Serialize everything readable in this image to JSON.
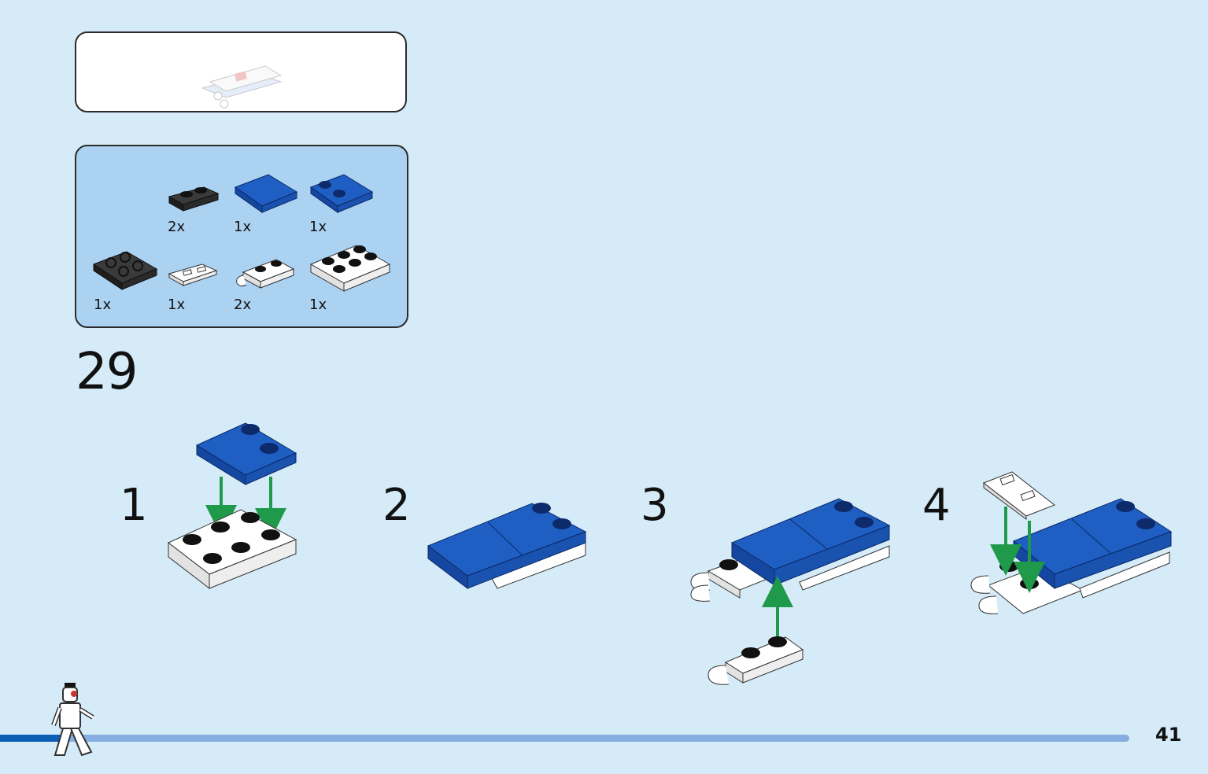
{
  "parts_list": {
    "items": [
      {
        "qty": "2x",
        "icon": "black-plate-1x2-icon"
      },
      {
        "qty": "1x",
        "icon": "blue-tile-2x2-icon"
      },
      {
        "qty": "1x",
        "icon": "blue-plate-2x2-two-studs-icon"
      },
      {
        "qty": "1x",
        "icon": "black-plate-2x2-round-studs-icon"
      },
      {
        "qty": "1x",
        "icon": "white-tile-printed-icon"
      },
      {
        "qty": "2x",
        "icon": "white-plate-clip-icon"
      },
      {
        "qty": "1x",
        "icon": "white-plate-2x3-icon"
      }
    ]
  },
  "step": {
    "number": "29"
  },
  "substeps": [
    {
      "label": "1"
    },
    {
      "label": "2"
    },
    {
      "label": "3"
    },
    {
      "label": "4"
    }
  ],
  "footer": {
    "page_number": "41",
    "progress_fraction": 0.06
  },
  "colors": {
    "background": "#d5ebf8",
    "parts_panel": "#acd2f2",
    "brick_blue": "#1f5fc4",
    "arrow_green": "#1f9a4a",
    "progress_track": "#86aee0",
    "progress_fill": "#0b5fb5"
  }
}
